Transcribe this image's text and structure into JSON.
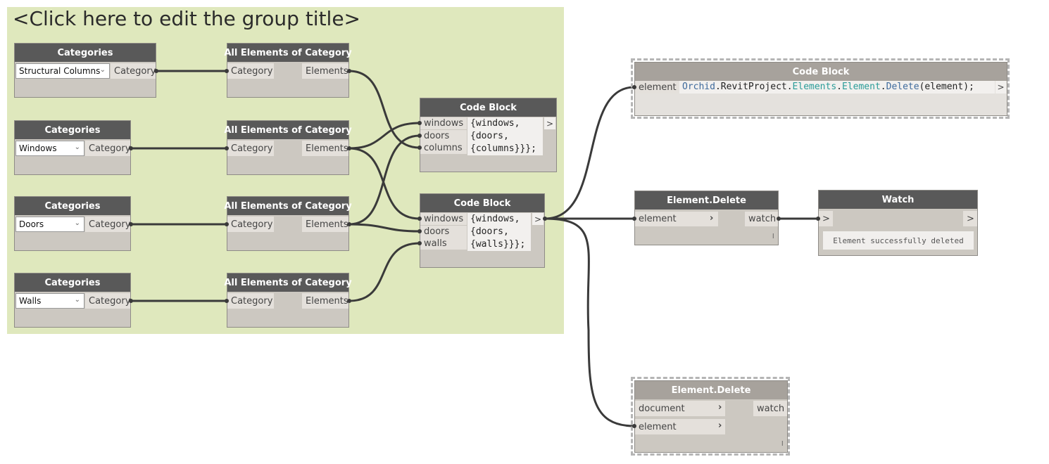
{
  "group": {
    "title": "<Click here to edit the group title>"
  },
  "categories_nodes": [
    {
      "title": "Categories",
      "selected": "Structural Columns",
      "output": "Category"
    },
    {
      "title": "Categories",
      "selected": "Windows",
      "output": "Category"
    },
    {
      "title": "Categories",
      "selected": "Doors",
      "output": "Category"
    },
    {
      "title": "Categories",
      "selected": "Walls",
      "output": "Category"
    }
  ],
  "all_elements_nodes": [
    {
      "title": "All Elements of Category",
      "input": "Category",
      "output": "Elements"
    },
    {
      "title": "All Elements of Category",
      "input": "Category",
      "output": "Elements"
    },
    {
      "title": "All Elements of Category",
      "input": "Category",
      "output": "Elements"
    },
    {
      "title": "All Elements of Category",
      "input": "Category",
      "output": "Elements"
    }
  ],
  "code_block_1": {
    "title": "Code Block",
    "inputs": [
      "windows",
      "doors",
      "columns"
    ],
    "lines": [
      "{windows,",
      "{doors,",
      "{columns}}};"
    ],
    "output": ">"
  },
  "code_block_2": {
    "title": "Code Block",
    "inputs": [
      "windows",
      "doors",
      "walls"
    ],
    "lines": [
      "{windows,",
      "{doors,",
      "{walls}}};"
    ],
    "output": ">"
  },
  "code_block_3": {
    "title": "Code Block",
    "input": "element",
    "code_tokens": [
      "Orchid",
      ".",
      "RevitProject",
      ".",
      "Elements",
      ".",
      "Element",
      ".",
      "Delete",
      "(element);"
    ],
    "output": ">"
  },
  "element_delete_1": {
    "title": "Element.Delete",
    "input": "element",
    "output": "watch",
    "mark": "l"
  },
  "watch": {
    "title": "Watch",
    "input": ">",
    "output": ">",
    "value": "Element successfully deleted"
  },
  "element_delete_2": {
    "title": "Element.Delete",
    "inputs": [
      "document",
      "element"
    ],
    "output": "watch",
    "mark": "l"
  },
  "colors": {
    "group_bg": "#dfe8bd",
    "node_header": "#595959",
    "node_header_inactive": "#a7a29c",
    "node_body": "#ccc8c1",
    "wire": "#3a3a3a"
  }
}
